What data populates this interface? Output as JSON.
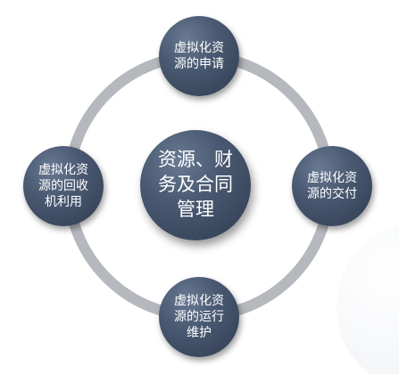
{
  "diagram": {
    "center": {
      "label": "资源、财\n务及合同\n管理"
    },
    "nodes": [
      {
        "id": "top",
        "label": "虚拟化资\n源的申请"
      },
      {
        "id": "right",
        "label": "虚拟化资\n源的交付"
      },
      {
        "id": "bottom",
        "label": "虚拟化资\n源的运行\n维护"
      },
      {
        "id": "left",
        "label": "虚拟化资\n源的回收\n机利用"
      }
    ],
    "colors": {
      "ring": "#b5b8bd",
      "node_dark": "#2f3c51",
      "node_light": "#6a7a93",
      "text": "#ffffff"
    }
  }
}
